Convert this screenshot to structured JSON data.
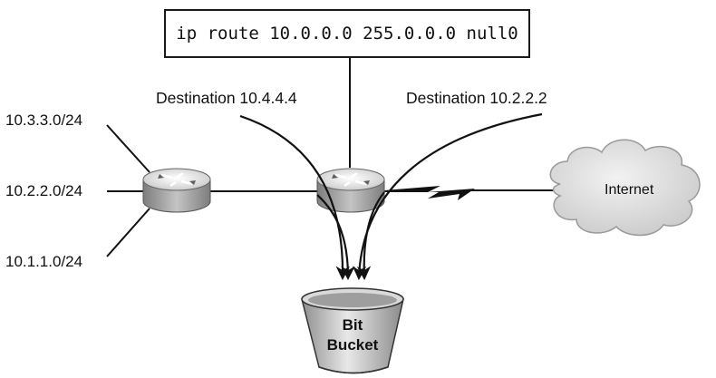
{
  "command": "ip route 10.0.0.0 255.0.0.0 null0",
  "destinations": {
    "left": "Destination 10.4.4.4",
    "right": "Destination 10.2.2.2"
  },
  "networks": [
    "10.3.3.0/24",
    "10.2.2.0/24",
    "10.1.1.0/24"
  ],
  "cloud_label": "Internet",
  "bucket": {
    "line1": "Bit",
    "line2": "Bucket"
  },
  "colors": {
    "router_top": "#e6e6e6",
    "router_side": "#9a9a9a",
    "cloud": "#dcdcdc",
    "bucket": "#b9b9b9",
    "line": "#111111"
  },
  "icons": [
    "router-icon",
    "router-icon",
    "cloud-icon",
    "bucket-icon",
    "serial-link-icon"
  ]
}
